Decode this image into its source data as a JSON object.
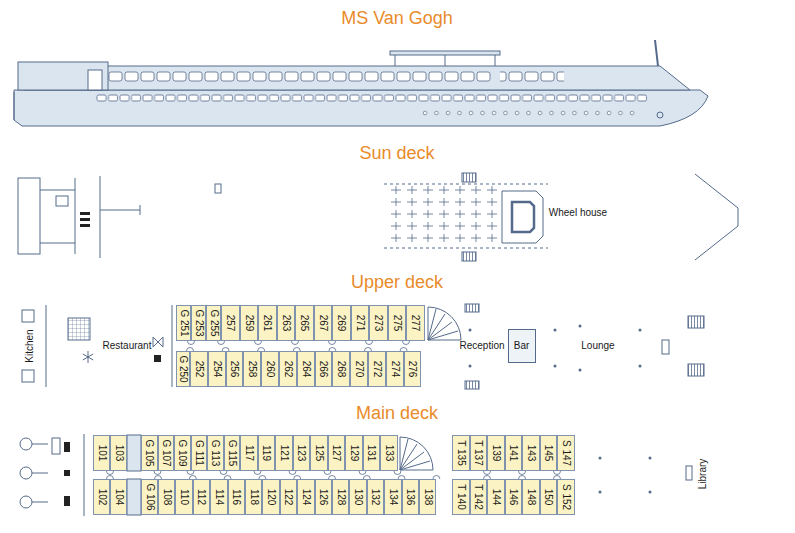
{
  "diagram": {
    "title": "MS Van Gogh",
    "nodes": [
      {
        "text": [
          "Sun deck",
          "Wheel house"
        ]
      },
      {
        "text": [
          "Upper deck",
          "Kitchen",
          "Restaurant",
          "Reception",
          "Lounge"
        ]
      },
      {
        "text": [
          "G 251"
        ],
        "in": 1
      },
      {
        "text": [
          "G 253"
        ],
        "in": 1
      },
      {
        "text": [
          "G 255"
        ],
        "in": 1
      },
      {
        "text": [
          "257"
        ],
        "in": 1
      },
      {
        "text": [
          "259"
        ],
        "in": 1
      },
      {
        "text": [
          "261"
        ],
        "in": 1
      },
      {
        "text": [
          "263"
        ],
        "in": 1
      },
      {
        "text": [
          "265"
        ],
        "in": 1
      },
      {
        "text": [
          "267"
        ],
        "in": 1
      },
      {
        "text": [
          "269"
        ],
        "in": 1
      },
      {
        "text": [
          "271"
        ],
        "in": 1
      },
      {
        "text": [
          "273"
        ],
        "in": 1
      },
      {
        "text": [
          "275"
        ],
        "in": 1
      },
      {
        "text": [
          "277"
        ],
        "in": 1
      },
      {
        "text": [
          "G 250"
        ],
        "in": 1
      },
      {
        "text": [
          "252"
        ],
        "in": 1
      },
      {
        "text": [
          "254"
        ],
        "in": 1
      },
      {
        "text": [
          "256"
        ],
        "in": 1
      },
      {
        "text": [
          "258"
        ],
        "in": 1
      },
      {
        "text": [
          "260"
        ],
        "in": 1
      },
      {
        "text": [
          "262"
        ],
        "in": 1
      },
      {
        "text": [
          "264"
        ],
        "in": 1
      },
      {
        "text": [
          "266"
        ],
        "in": 1
      },
      {
        "text": [
          "268"
        ],
        "in": 1
      },
      {
        "text": [
          "270"
        ],
        "in": 1
      },
      {
        "text": [
          "272"
        ],
        "in": 1
      },
      {
        "text": [
          "274"
        ],
        "in": 1
      },
      {
        "text": [
          "276"
        ],
        "in": 1
      },
      {
        "text": [
          "Bar"
        ],
        "in": 1
      },
      {
        "text": [
          "Main deck",
          "Library"
        ]
      },
      {
        "text": [
          "101"
        ],
        "in": 31
      },
      {
        "text": [
          "103"
        ],
        "in": 31
      },
      {
        "text": [
          "G 105"
        ],
        "in": 31
      },
      {
        "text": [
          "G 107"
        ],
        "in": 31
      },
      {
        "text": [
          "G 109"
        ],
        "in": 31
      },
      {
        "text": [
          "G 111"
        ],
        "in": 31
      },
      {
        "text": [
          "G 113"
        ],
        "in": 31
      },
      {
        "text": [
          "G 115"
        ],
        "in": 31
      },
      {
        "text": [
          "117"
        ],
        "in": 31
      },
      {
        "text": [
          "119"
        ],
        "in": 31
      },
      {
        "text": [
          "121"
        ],
        "in": 31
      },
      {
        "text": [
          "123"
        ],
        "in": 31
      },
      {
        "text": [
          "125"
        ],
        "in": 31
      },
      {
        "text": [
          "127"
        ],
        "in": 31
      },
      {
        "text": [
          "129"
        ],
        "in": 31
      },
      {
        "text": [
          "131"
        ],
        "in": 31
      },
      {
        "text": [
          "133"
        ],
        "in": 31
      },
      {
        "text": [
          "T 135"
        ],
        "in": 31
      },
      {
        "text": [
          "T 137"
        ],
        "in": 31
      },
      {
        "text": [
          "139"
        ],
        "in": 31
      },
      {
        "text": [
          "141"
        ],
        "in": 31
      },
      {
        "text": [
          "143"
        ],
        "in": 31
      },
      {
        "text": [
          "145"
        ],
        "in": 31
      },
      {
        "text": [
          "S 147"
        ],
        "in": 31
      },
      {
        "text": [
          "102"
        ],
        "in": 31
      },
      {
        "text": [
          "104"
        ],
        "in": 31
      },
      {
        "text": [
          "G 106"
        ],
        "in": 31
      },
      {
        "text": [
          "108"
        ],
        "in": 31
      },
      {
        "text": [
          "110"
        ],
        "in": 31
      },
      {
        "text": [
          "112"
        ],
        "in": 31
      },
      {
        "text": [
          "114"
        ],
        "in": 31
      },
      {
        "text": [
          "116"
        ],
        "in": 31
      },
      {
        "text": [
          "118"
        ],
        "in": 31
      },
      {
        "text": [
          "120"
        ],
        "in": 31
      },
      {
        "text": [
          "122"
        ],
        "in": 31
      },
      {
        "text": [
          "124"
        ],
        "in": 31
      },
      {
        "text": [
          "126"
        ],
        "in": 31
      },
      {
        "text": [
          "128"
        ],
        "in": 31
      },
      {
        "text": [
          "130"
        ],
        "in": 31
      },
      {
        "text": [
          "132"
        ],
        "in": 31
      },
      {
        "text": [
          "134"
        ],
        "in": 31
      },
      {
        "text": [
          "136"
        ],
        "in": 31
      },
      {
        "text": [
          "138"
        ],
        "in": 31
      },
      {
        "text": [
          "T 140"
        ],
        "in": 31
      },
      {
        "text": [
          "T 142"
        ],
        "in": 31
      },
      {
        "text": [
          "144"
        ],
        "in": 31
      },
      {
        "text": [
          "146"
        ],
        "in": 31
      },
      {
        "text": [
          "148"
        ],
        "in": 31
      },
      {
        "text": [
          "150"
        ],
        "in": 31
      },
      {
        "text": [
          "S 152"
        ],
        "in": 31
      }
    ]
  }
}
